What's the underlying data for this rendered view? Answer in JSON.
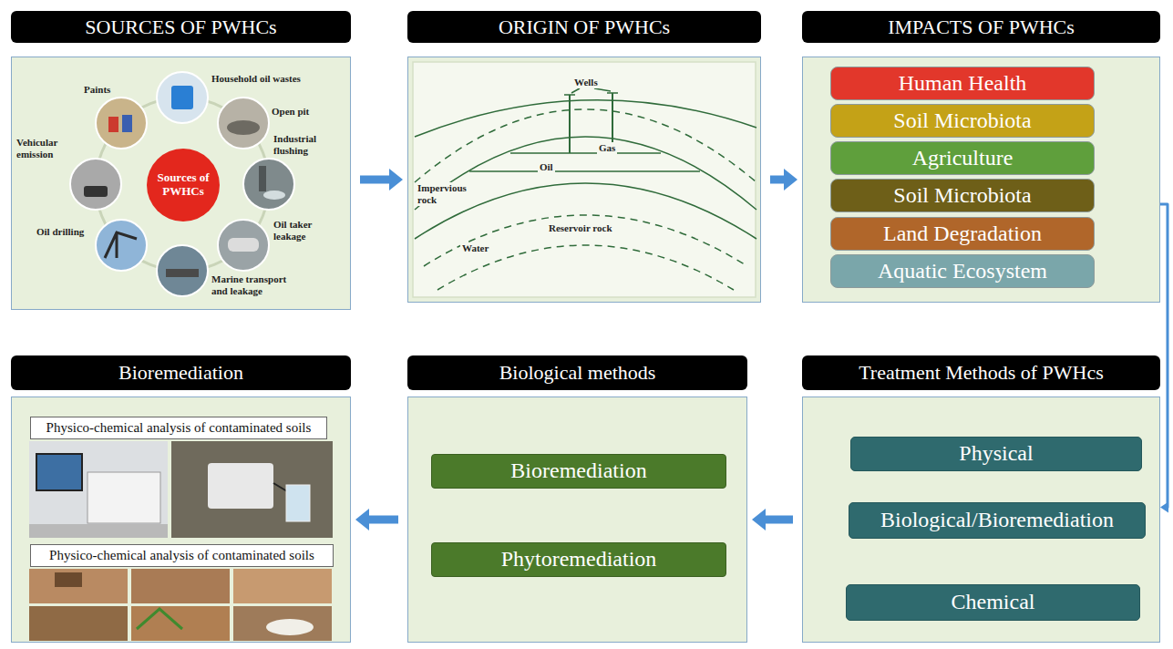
{
  "diagram": {
    "nodes": [
      {
        "text": [
          "SOURCES OF PWHCs"
        ]
      },
      {
        "text": [
          "Sources of PWHCs"
        ],
        "in": 0
      },
      {
        "text": [
          "ORIGIN OF PWHCs"
        ]
      },
      {
        "text": [
          "IMPACTS OF PWHCs"
        ]
      },
      {
        "text": [
          "Human Health"
        ],
        "in": 3
      },
      {
        "text": [
          "Soil Microbiota"
        ],
        "in": 3
      },
      {
        "text": [
          "Agriculture"
        ],
        "in": 3
      },
      {
        "text": [
          "Soil Microbiota"
        ],
        "in": 3
      },
      {
        "text": [
          "Land Degradation"
        ],
        "in": 3
      },
      {
        "text": [
          "Aquatic Ecosystem"
        ],
        "in": 3
      },
      {
        "text": [
          "Bioremediation"
        ]
      },
      {
        "text": [
          "Physico-chemical analysis of contaminated soils"
        ],
        "in": 10
      },
      {
        "text": [
          "Physico-chemical analysis of contaminated soils"
        ],
        "in": 10
      },
      {
        "text": [
          "Biological methods"
        ]
      },
      {
        "text": [
          "Bioremediation"
        ],
        "in": 13
      },
      {
        "text": [
          "Phytoremediation"
        ],
        "in": 13
      },
      {
        "text": [
          "Treatment Methods of PWHcs"
        ]
      },
      {
        "text": [
          "Physical"
        ],
        "in": 16
      },
      {
        "text": [
          "Biological/Bioremediation"
        ],
        "in": 16
      },
      {
        "text": [
          "Chemical"
        ],
        "in": 16
      }
    ],
    "edges": [
      {
        "from": 0,
        "to": 2,
        "arrow": "to"
      },
      {
        "from": 2,
        "to": 3,
        "arrow": "to"
      },
      {
        "from": 3,
        "to": 16,
        "arrow": "to"
      },
      {
        "from": 16,
        "to": 13,
        "arrow": "to"
      },
      {
        "from": 13,
        "to": 10,
        "arrow": "to"
      }
    ],
    "labels": [
      "Household oil wastes",
      "Open pit",
      "Industrial flushing",
      "Oil taker leakage",
      "Marine transport and leakage",
      "Oil drilling",
      "Vehicular emission",
      "Paints",
      "Wells",
      "Impervious rock",
      "Gas",
      "Oil",
      "Water",
      "Reservoir rock"
    ]
  }
}
